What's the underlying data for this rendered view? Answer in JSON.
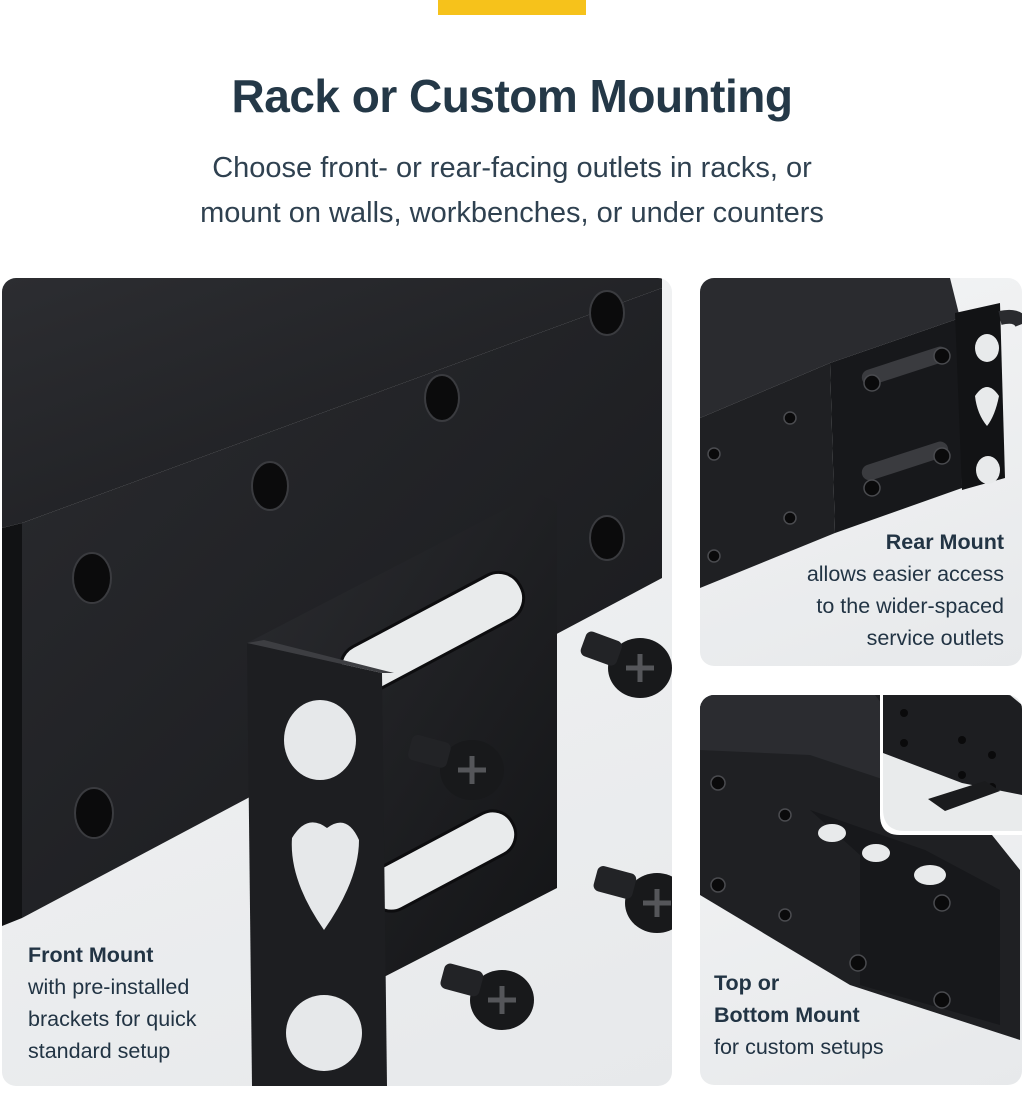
{
  "header": {
    "title": "Rack or Custom Mounting",
    "subtitle_line1": "Choose front- or rear-facing outlets in racks, or",
    "subtitle_line2": "mount on walls, workbenches, or under counters"
  },
  "panels": {
    "front": {
      "heading": "Front Mount",
      "lines": [
        "with pre-installed",
        "brackets for quick",
        "standard setup"
      ]
    },
    "rear": {
      "heading": "Rear Mount",
      "lines": [
        "allows easier access",
        "to the wider-spaced",
        "service outlets"
      ]
    },
    "top": {
      "heading_line1": "Top or",
      "heading_line2": "Bottom Mount",
      "lines": [
        "for custom setups"
      ]
    }
  },
  "colors": {
    "accent": "#f6c21b",
    "title": "#243847",
    "body_text": "#223444",
    "panel_bg": "#eceeef",
    "metal": "#1c1d20"
  }
}
